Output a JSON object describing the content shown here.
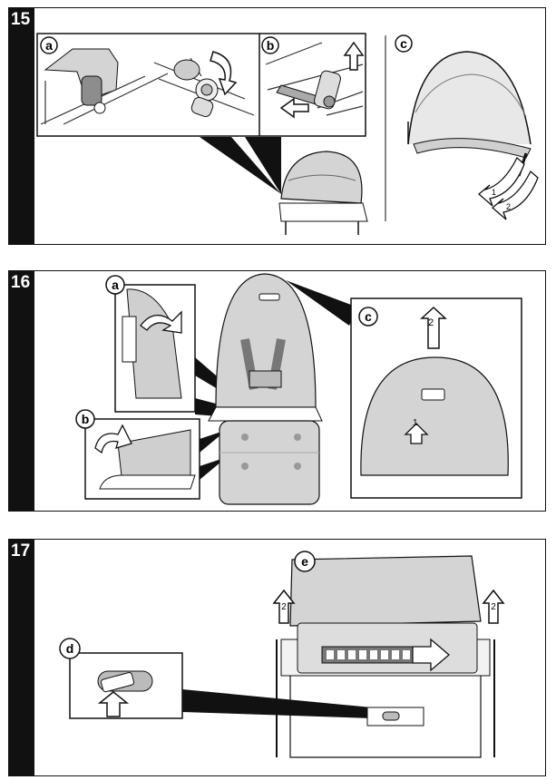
{
  "steps": [
    {
      "number": "15",
      "callouts": {
        "a": "a",
        "b": "b",
        "c": "c"
      },
      "arrow_labels": [
        "1",
        "2"
      ]
    },
    {
      "number": "16",
      "callouts": {
        "a": "a",
        "b": "b",
        "c": "c"
      },
      "arrow_labels": [
        "1",
        "2"
      ]
    },
    {
      "number": "17",
      "callouts": {
        "d": "d",
        "e": "e"
      },
      "arrow_labels": [
        "2",
        "2"
      ]
    }
  ],
  "colors": {
    "frame": "#111111",
    "fabric": "#d4d4d4",
    "fabric_dark": "#9a9a9a",
    "metal": "#f2f2f2"
  }
}
